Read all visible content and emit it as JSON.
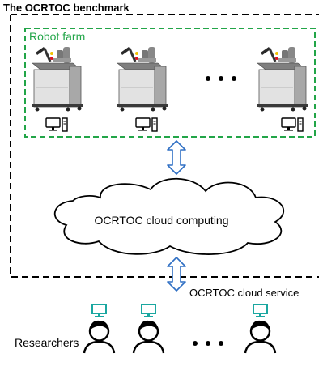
{
  "title": "The OCRTOC benchmark",
  "robot_farm_label": "Robot farm",
  "cloud_label": "OCRTOC cloud computing",
  "cloud_service_label": "OCRTOC cloud service",
  "researchers_label": "Researchers",
  "ellipsis": "• • •",
  "colors": {
    "boundary_dash": "#000000",
    "farm_dash": "#22a548",
    "arrow": "#2f6fc4",
    "researcher_monitor": "#1aa7a0"
  }
}
